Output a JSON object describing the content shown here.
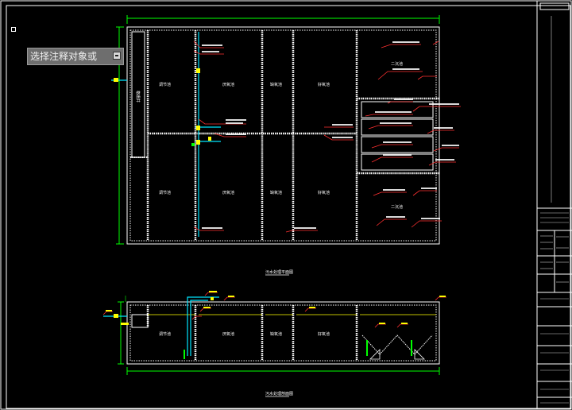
{
  "tooltip": {
    "prompt": "选择注释对象或"
  },
  "icons": {
    "pick_box": "selection-box-icon",
    "expand": "expand-arrow-icon"
  },
  "colors": {
    "background": "#000000",
    "walls": "#ffffff",
    "dimensions": "#00ff00",
    "pipe": "#00e5ff",
    "leader": "#ff3030",
    "marker": "#ffff00",
    "tooltip_bg": "#6e6e6e"
  },
  "drawing": {
    "plan_title": "污水处理平面图",
    "section_title": "污水处理剖面图",
    "room_labels": [
      "调节池",
      "厌氧池",
      "缺氧池",
      "好氧池",
      "二沉池",
      "格栅井"
    ]
  }
}
